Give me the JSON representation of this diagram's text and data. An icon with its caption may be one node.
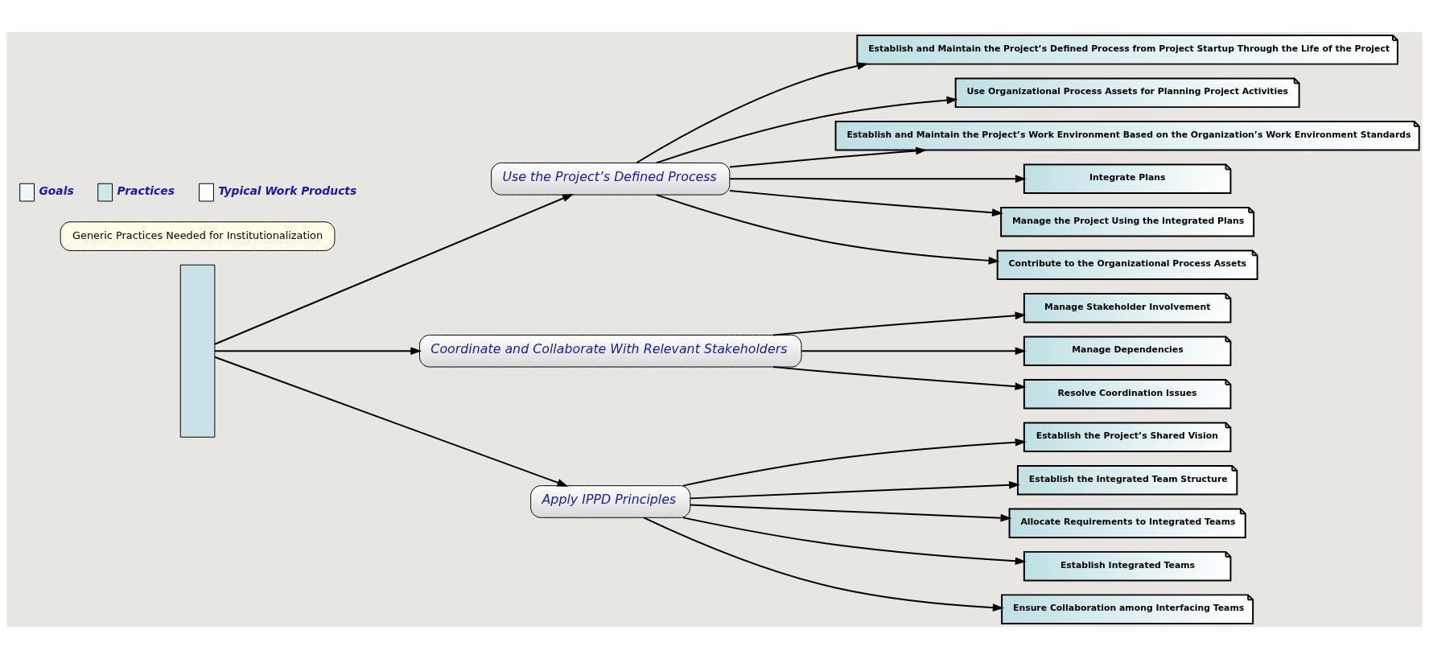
{
  "diagram": {
    "nodes": [
      {
        "text": [],
        "shape": "box"
      },
      {
        "text": [
          "Use the Project’s Defined Process"
        ]
      },
      {
        "text": [
          "Establish and Maintain the Project’s Defined Process from Project Startup Through the Life of the Project"
        ]
      },
      {
        "text": [
          "Use Organizational Process Assets for Planning Project Activities"
        ]
      },
      {
        "text": [
          "Establish and Maintain the Project’s Work Environment Based on the Organization’s Work Environment Standards"
        ]
      },
      {
        "text": [
          "Integrate Plans"
        ]
      },
      {
        "text": [
          "Manage the Project Using the Integrated Plans"
        ]
      },
      {
        "text": [
          "Contribute to the Organizational Process Assets"
        ]
      },
      {
        "text": [
          "Coordinate and Collaborate With Relevant Stakeholders"
        ]
      },
      {
        "text": [
          "Manage Stakeholder Involvement"
        ]
      },
      {
        "text": [
          "Manage Dependencies"
        ]
      },
      {
        "text": [
          "Resolve Coordination Issues"
        ]
      },
      {
        "text": [
          "Apply IPPD Principles"
        ]
      },
      {
        "text": [
          "Establish the Project’s Shared Vision"
        ]
      },
      {
        "text": [
          "Establish the Integrated Team Structure"
        ]
      },
      {
        "text": [
          "Allocate Requirements to Integrated Teams"
        ]
      },
      {
        "text": [
          "Establish Integrated Teams"
        ]
      },
      {
        "text": [
          "Ensure Collaboration among Interfacing Teams"
        ]
      },
      {
        "text": [
          "Generic Practices Needed for Institutionalization"
        ]
      }
    ],
    "edges": [
      {
        "from": 0,
        "to": 1,
        "arrow": "to"
      },
      {
        "from": 0,
        "to": 8,
        "arrow": "to"
      },
      {
        "from": 0,
        "to": 12,
        "arrow": "to"
      },
      {
        "from": 1,
        "to": 2,
        "arrow": "to"
      },
      {
        "from": 1,
        "to": 3,
        "arrow": "to"
      },
      {
        "from": 1,
        "to": 4,
        "arrow": "to"
      },
      {
        "from": 1,
        "to": 5,
        "arrow": "to"
      },
      {
        "from": 1,
        "to": 6,
        "arrow": "to"
      },
      {
        "from": 1,
        "to": 7,
        "arrow": "to"
      },
      {
        "from": 8,
        "to": 9,
        "arrow": "to"
      },
      {
        "from": 8,
        "to": 10,
        "arrow": "to"
      },
      {
        "from": 8,
        "to": 11,
        "arrow": "to"
      },
      {
        "from": 12,
        "to": 13,
        "arrow": "to"
      },
      {
        "from": 12,
        "to": 14,
        "arrow": "to"
      },
      {
        "from": 12,
        "to": 15,
        "arrow": "to"
      },
      {
        "from": 12,
        "to": 16,
        "arrow": "to"
      },
      {
        "from": 12,
        "to": 17,
        "arrow": "to"
      }
    ],
    "legend": [
      {
        "text": "Goals"
      },
      {
        "text": "Practices"
      },
      {
        "text": "Typical Work Products"
      }
    ]
  }
}
